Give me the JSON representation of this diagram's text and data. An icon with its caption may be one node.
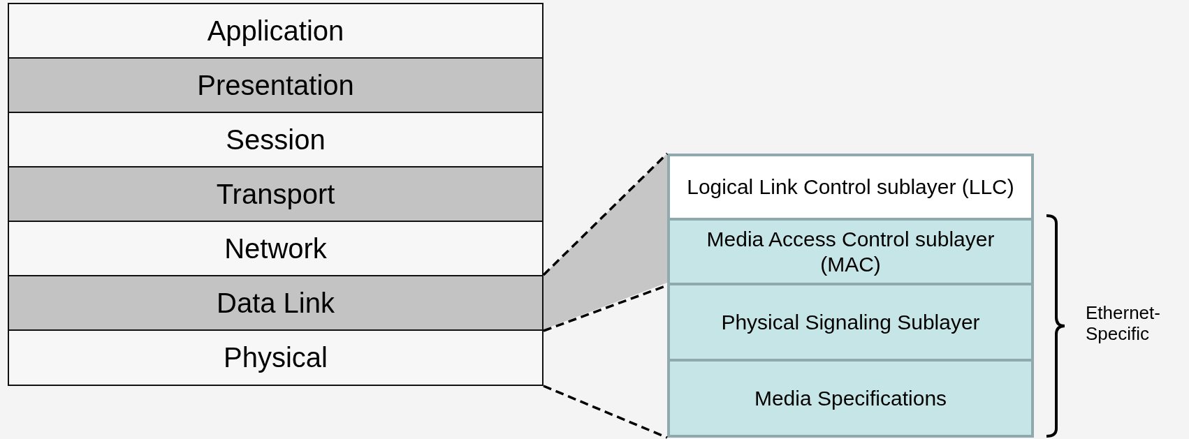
{
  "diagram": {
    "nodes": [
      {
        "text": [
          "Application"
        ]
      },
      {
        "text": [
          "Presentation"
        ]
      },
      {
        "text": [
          "Session"
        ]
      },
      {
        "text": [
          "Transport"
        ]
      },
      {
        "text": [
          "Network"
        ]
      },
      {
        "text": [
          "Data Link"
        ]
      },
      {
        "text": [
          "Physical"
        ]
      },
      {
        "text": [
          "Logical Link Control sublayer (LLC)"
        ]
      },
      {
        "text": [
          "Media Access Control sublayer (MAC)"
        ]
      },
      {
        "text": [
          "Physical Signaling Sublayer"
        ]
      },
      {
        "text": [
          "Media Specifications"
        ]
      }
    ],
    "edges": [
      {
        "from": 5,
        "to": 7,
        "arrow": "none",
        "style": "dashed"
      },
      {
        "from": 5,
        "to": 8,
        "arrow": "none",
        "style": "dashed"
      },
      {
        "from": 6,
        "to": 10,
        "arrow": "none",
        "style": "dashed"
      }
    ],
    "labels": [
      "Ethernet-Specific"
    ]
  }
}
